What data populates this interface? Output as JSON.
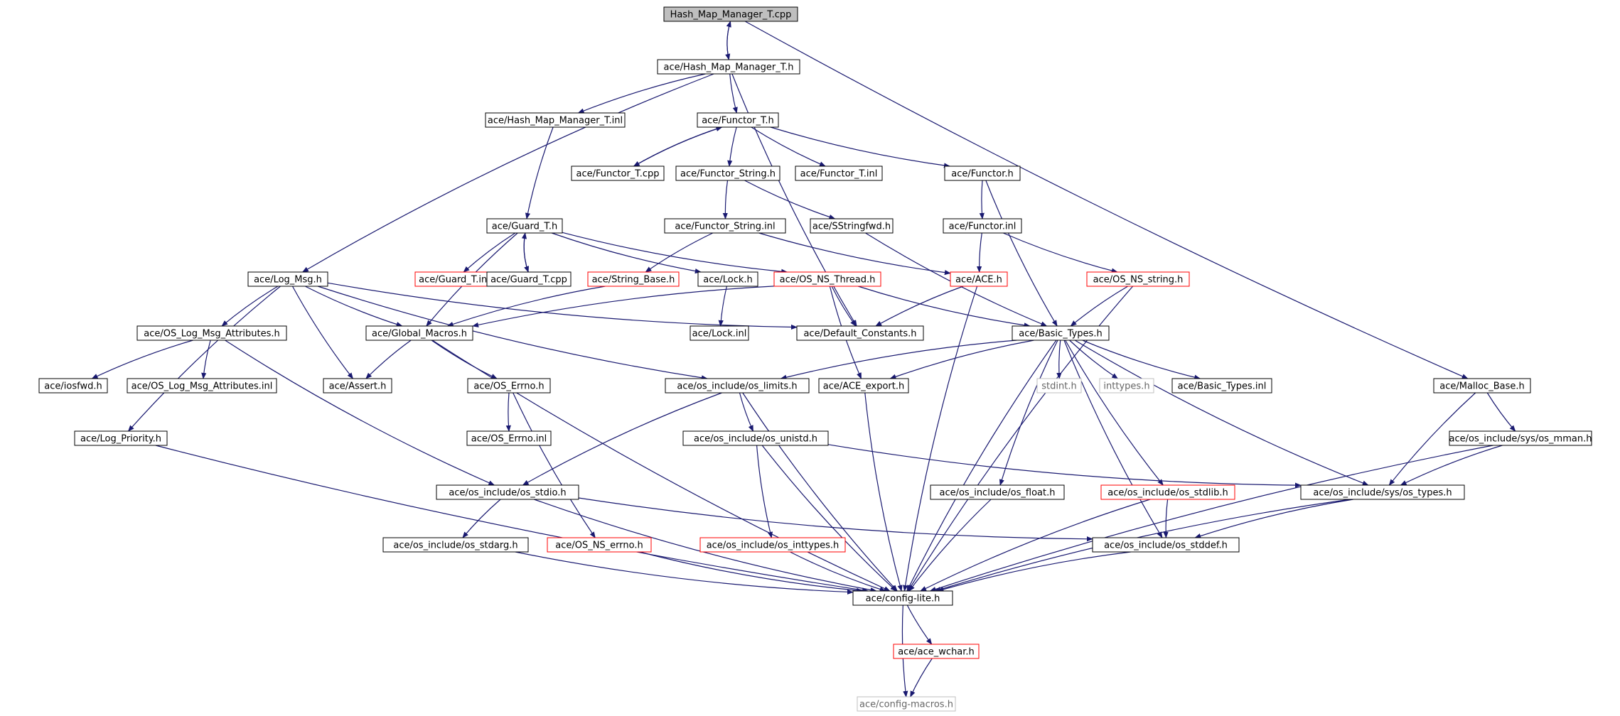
{
  "graph": {
    "colors": {
      "edge": "#191970",
      "border_normal": "#000000",
      "border_incomplete": "#ff0000",
      "border_external": "#bfbfbf",
      "fill_root": "#bfbfbf",
      "fill_default": "#ffffff"
    },
    "nodes": [
      {
        "id": "hmm_cpp",
        "label": "Hash_Map_Manager_T.cpp",
        "kind": "root"
      },
      {
        "id": "hmm_h",
        "label": "ace/Hash_Map_Manager_T.h",
        "kind": "normal"
      },
      {
        "id": "hmm_inl",
        "label": "ace/Hash_Map_Manager_T.inl",
        "kind": "normal"
      },
      {
        "id": "functor_t_h",
        "label": "ace/Functor_T.h",
        "kind": "normal"
      },
      {
        "id": "functor_t_cpp",
        "label": "ace/Functor_T.cpp",
        "kind": "normal"
      },
      {
        "id": "functor_string_h",
        "label": "ace/Functor_String.h",
        "kind": "normal"
      },
      {
        "id": "functor_t_inl",
        "label": "ace/Functor_T.inl",
        "kind": "normal"
      },
      {
        "id": "functor_h",
        "label": "ace/Functor.h",
        "kind": "normal"
      },
      {
        "id": "guard_t_h",
        "label": "ace/Guard_T.h",
        "kind": "normal"
      },
      {
        "id": "functor_string_inl",
        "label": "ace/Functor_String.inl",
        "kind": "normal"
      },
      {
        "id": "sstringfwd",
        "label": "ace/SStringfwd.h",
        "kind": "normal"
      },
      {
        "id": "functor_inl",
        "label": "ace/Functor.inl",
        "kind": "normal"
      },
      {
        "id": "log_msg",
        "label": "ace/Log_Msg.h",
        "kind": "normal"
      },
      {
        "id": "guard_t_inl",
        "label": "ace/Guard_T.inl",
        "kind": "incomplete"
      },
      {
        "id": "guard_t_cpp",
        "label": "ace/Guard_T.cpp",
        "kind": "normal"
      },
      {
        "id": "string_base",
        "label": "ace/String_Base.h",
        "kind": "incomplete"
      },
      {
        "id": "lock_h",
        "label": "ace/Lock.h",
        "kind": "normal"
      },
      {
        "id": "os_ns_thread",
        "label": "ace/OS_NS_Thread.h",
        "kind": "incomplete"
      },
      {
        "id": "ace_h",
        "label": "ace/ACE.h",
        "kind": "incomplete"
      },
      {
        "id": "os_ns_string",
        "label": "ace/OS_NS_string.h",
        "kind": "incomplete"
      },
      {
        "id": "os_log_attr_h",
        "label": "ace/OS_Log_Msg_Attributes.h",
        "kind": "normal"
      },
      {
        "id": "global_macros",
        "label": "ace/Global_Macros.h",
        "kind": "normal"
      },
      {
        "id": "lock_inl",
        "label": "ace/Lock.inl",
        "kind": "normal"
      },
      {
        "id": "default_constants",
        "label": "ace/Default_Constants.h",
        "kind": "normal"
      },
      {
        "id": "basic_types_h",
        "label": "ace/Basic_Types.h",
        "kind": "normal"
      },
      {
        "id": "iosfwd",
        "label": "ace/iosfwd.h",
        "kind": "normal"
      },
      {
        "id": "os_log_attr_inl",
        "label": "ace/OS_Log_Msg_Attributes.inl",
        "kind": "normal"
      },
      {
        "id": "assert_h",
        "label": "ace/Assert.h",
        "kind": "normal"
      },
      {
        "id": "os_errno_h",
        "label": "ace/OS_Errno.h",
        "kind": "normal"
      },
      {
        "id": "os_limits",
        "label": "ace/os_include/os_limits.h",
        "kind": "normal"
      },
      {
        "id": "ace_export",
        "label": "ace/ACE_export.h",
        "kind": "normal"
      },
      {
        "id": "stdint",
        "label": "stdint.h",
        "kind": "external"
      },
      {
        "id": "inttypes",
        "label": "inttypes.h",
        "kind": "external"
      },
      {
        "id": "basic_types_inl",
        "label": "ace/Basic_Types.inl",
        "kind": "normal"
      },
      {
        "id": "malloc_base",
        "label": "ace/Malloc_Base.h",
        "kind": "normal"
      },
      {
        "id": "log_priority",
        "label": "ace/Log_Priority.h",
        "kind": "normal"
      },
      {
        "id": "os_errno_inl",
        "label": "ace/OS_Errno.inl",
        "kind": "normal"
      },
      {
        "id": "os_unistd",
        "label": "ace/os_include/os_unistd.h",
        "kind": "normal"
      },
      {
        "id": "os_mman",
        "label": "ace/os_include/sys/os_mman.h",
        "kind": "normal"
      },
      {
        "id": "os_stdio",
        "label": "ace/os_include/os_stdio.h",
        "kind": "normal"
      },
      {
        "id": "os_float",
        "label": "ace/os_include/os_float.h",
        "kind": "normal"
      },
      {
        "id": "os_stdlib",
        "label": "ace/os_include/os_stdlib.h",
        "kind": "incomplete"
      },
      {
        "id": "os_types",
        "label": "ace/os_include/sys/os_types.h",
        "kind": "normal"
      },
      {
        "id": "os_stdarg",
        "label": "ace/os_include/os_stdarg.h",
        "kind": "normal"
      },
      {
        "id": "os_ns_errno",
        "label": "ace/OS_NS_errno.h",
        "kind": "incomplete"
      },
      {
        "id": "os_inttypes",
        "label": "ace/os_include/os_inttypes.h",
        "kind": "incomplete"
      },
      {
        "id": "os_stddef",
        "label": "ace/os_include/os_stddef.h",
        "kind": "normal"
      },
      {
        "id": "config_lite",
        "label": "ace/config-lite.h",
        "kind": "normal"
      },
      {
        "id": "ace_wchar",
        "label": "ace/ace_wchar.h",
        "kind": "incomplete"
      },
      {
        "id": "config_macros",
        "label": "ace/config-macros.h",
        "kind": "external"
      }
    ],
    "edges": [
      [
        "hmm_cpp",
        "hmm_h"
      ],
      [
        "hmm_h",
        "hmm_cpp"
      ],
      [
        "hmm_cpp",
        "malloc_base"
      ],
      [
        "hmm_h",
        "hmm_inl"
      ],
      [
        "hmm_h",
        "functor_t_h"
      ],
      [
        "hmm_h",
        "log_msg"
      ],
      [
        "hmm_h",
        "default_constants"
      ],
      [
        "hmm_inl",
        "guard_t_h"
      ],
      [
        "functor_t_h",
        "functor_t_cpp"
      ],
      [
        "functor_t_cpp",
        "functor_t_h"
      ],
      [
        "functor_t_h",
        "functor_string_h"
      ],
      [
        "functor_t_h",
        "functor_t_inl"
      ],
      [
        "functor_t_h",
        "functor_h"
      ],
      [
        "functor_string_h",
        "functor_string_inl"
      ],
      [
        "functor_string_h",
        "sstringfwd"
      ],
      [
        "functor_h",
        "functor_inl"
      ],
      [
        "functor_h",
        "basic_types_h"
      ],
      [
        "guard_t_h",
        "guard_t_inl"
      ],
      [
        "guard_t_h",
        "guard_t_cpp"
      ],
      [
        "guard_t_cpp",
        "guard_t_h"
      ],
      [
        "guard_t_h",
        "lock_h"
      ],
      [
        "guard_t_h",
        "os_ns_thread"
      ],
      [
        "guard_t_h",
        "global_macros"
      ],
      [
        "functor_string_inl",
        "string_base"
      ],
      [
        "functor_string_inl",
        "ace_h"
      ],
      [
        "sstringfwd",
        "basic_types_h"
      ],
      [
        "functor_inl",
        "ace_h"
      ],
      [
        "functor_inl",
        "os_ns_string"
      ],
      [
        "string_base",
        "global_macros"
      ],
      [
        "lock_h",
        "lock_inl"
      ],
      [
        "os_ns_thread",
        "global_macros"
      ],
      [
        "os_ns_thread",
        "default_constants"
      ],
      [
        "os_ns_thread",
        "basic_types_h"
      ],
      [
        "os_ns_thread",
        "ace_export"
      ],
      [
        "ace_h",
        "default_constants"
      ],
      [
        "ace_h",
        "config_lite"
      ],
      [
        "os_ns_string",
        "basic_types_h"
      ],
      [
        "os_ns_string",
        "config_lite"
      ],
      [
        "log_msg",
        "os_log_attr_h"
      ],
      [
        "log_msg",
        "global_macros"
      ],
      [
        "log_msg",
        "assert_h"
      ],
      [
        "log_msg",
        "default_constants"
      ],
      [
        "log_msg",
        "os_limits"
      ],
      [
        "log_msg",
        "log_priority"
      ],
      [
        "os_log_attr_h",
        "iosfwd"
      ],
      [
        "os_log_attr_h",
        "os_log_attr_inl"
      ],
      [
        "os_log_attr_h",
        "os_stdio"
      ],
      [
        "global_macros",
        "assert_h"
      ],
      [
        "global_macros",
        "os_errno_h"
      ],
      [
        "global_macros",
        "config_lite"
      ],
      [
        "os_errno_h",
        "os_errno_inl"
      ],
      [
        "os_errno_h",
        "os_ns_errno"
      ],
      [
        "basic_types_h",
        "os_limits"
      ],
      [
        "basic_types_h",
        "ace_export"
      ],
      [
        "basic_types_h",
        "stdint"
      ],
      [
        "basic_types_h",
        "inttypes"
      ],
      [
        "basic_types_h",
        "basic_types_inl"
      ],
      [
        "basic_types_h",
        "os_float"
      ],
      [
        "basic_types_h",
        "os_stdlib"
      ],
      [
        "basic_types_h",
        "os_types"
      ],
      [
        "basic_types_h",
        "os_stddef"
      ],
      [
        "basic_types_h",
        "config_lite"
      ],
      [
        "os_limits",
        "os_unistd"
      ],
      [
        "os_limits",
        "os_stdio"
      ],
      [
        "os_limits",
        "config_lite"
      ],
      [
        "ace_export",
        "config_lite"
      ],
      [
        "malloc_base",
        "os_mman"
      ],
      [
        "malloc_base",
        "os_types"
      ],
      [
        "os_mman",
        "os_types"
      ],
      [
        "os_mman",
        "config_lite"
      ],
      [
        "log_priority",
        "config_lite"
      ],
      [
        "os_unistd",
        "os_inttypes"
      ],
      [
        "os_unistd",
        "os_types"
      ],
      [
        "os_unistd",
        "config_lite"
      ],
      [
        "os_stdio",
        "os_stdarg"
      ],
      [
        "os_stdio",
        "os_stddef"
      ],
      [
        "os_stdio",
        "config_lite"
      ],
      [
        "os_float",
        "config_lite"
      ],
      [
        "os_stdlib",
        "os_stddef"
      ],
      [
        "os_stdlib",
        "config_lite"
      ],
      [
        "os_types",
        "os_stddef"
      ],
      [
        "os_types",
        "config_lite"
      ],
      [
        "os_stdarg",
        "config_lite"
      ],
      [
        "os_ns_errno",
        "config_lite"
      ],
      [
        "os_inttypes",
        "config_lite"
      ],
      [
        "os_stddef",
        "config_lite"
      ],
      [
        "config_lite",
        "ace_wchar"
      ],
      [
        "config_lite",
        "config_macros"
      ],
      [
        "ace_wchar",
        "config_macros"
      ]
    ]
  }
}
